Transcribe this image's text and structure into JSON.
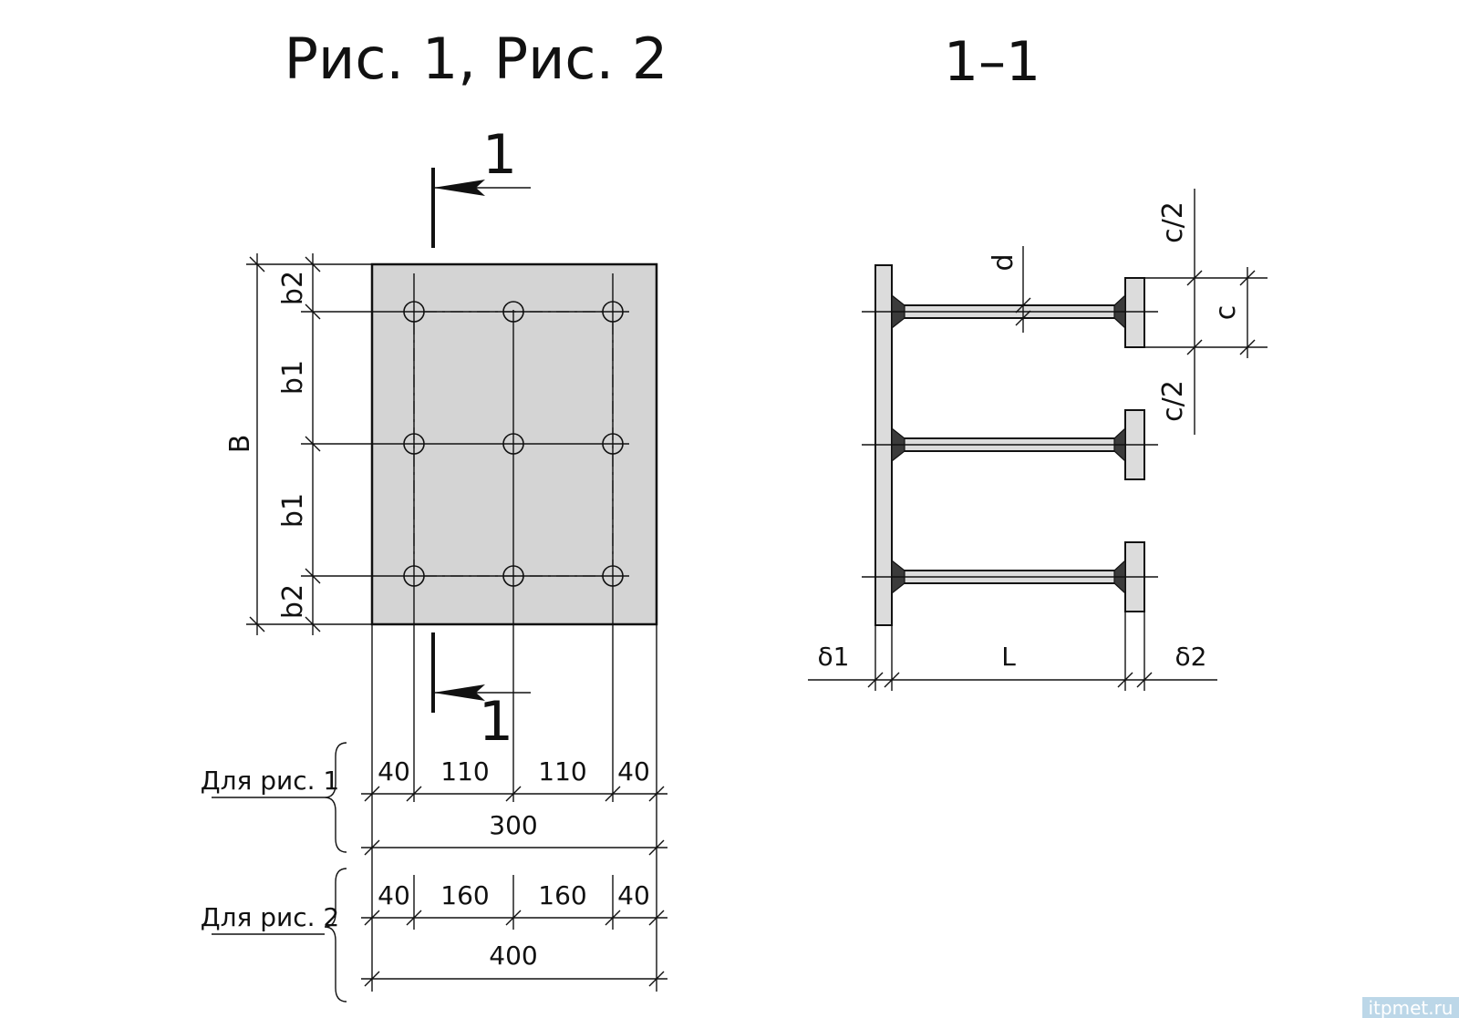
{
  "titles": {
    "plan": "Рис. 1, Рис. 2",
    "section": "1–1"
  },
  "section_marks": {
    "top": "1",
    "bottom": "1"
  },
  "plan": {
    "left_dims": {
      "total": "B",
      "edge_top": "b2",
      "pitch_1": "b1",
      "pitch_2": "b1",
      "edge_bottom": "b2"
    }
  },
  "bottom_dims": {
    "fig1": {
      "label": "Для рис. 1",
      "segments": [
        "40",
        "110",
        "110",
        "40"
      ],
      "total": "300"
    },
    "fig2": {
      "label": "Для рис. 2",
      "segments": [
        "40",
        "160",
        "160",
        "40"
      ],
      "total": "400"
    }
  },
  "section": {
    "labels": {
      "d": "d",
      "c": "c",
      "c_half_top": "c/2",
      "c_half_bottom": "c/2",
      "delta1": "δ1",
      "length": "L",
      "delta2": "δ2"
    }
  },
  "watermark": "itpmet.ru"
}
